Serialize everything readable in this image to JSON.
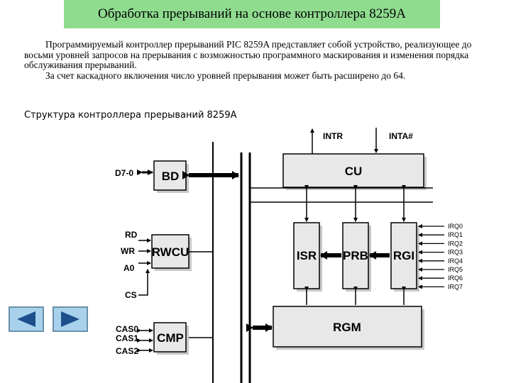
{
  "slide": {
    "title": "Обработка прерываний на основе контроллера 8259А",
    "paragraph1": "Программируемый контроллер прерываний PIC 8259A представляет собой устройство, реализующее до восьми уровней запросов на прерывания с возможностью программного маскирования и изменения порядка обслуживания прерываний.",
    "paragraph2": "За счет каскадного включения число уровней прерывания может быть расширено до 64.",
    "subtitle": "Структура контроллера прерываний 8259А"
  },
  "diagram": {
    "blocks": {
      "bd": "BD",
      "rwcu": "RWCU",
      "cmp": "CMP",
      "cu": "CU",
      "isr": "ISR",
      "prb": "PRB",
      "rgi": "RGI",
      "rgm": "RGM"
    },
    "signals": {
      "d70": "D7-0",
      "rd": "RD",
      "wr": "WR",
      "a0": "A0",
      "cs": "CS",
      "cas0": "CAS0",
      "cas1": "CAS1",
      "cas2": "CAS2",
      "intr": "INTR",
      "inta": "INTA#"
    },
    "irq_lines": [
      "IRQ0",
      "IRQ1",
      "IRQ2",
      "IRQ3",
      "IRQ4",
      "IRQ5",
      "IRQ6",
      "IRQ7"
    ]
  },
  "navigation": {
    "prev_icon": "triangle-left-icon",
    "next_icon": "triangle-right-icon",
    "button_color": "#a8d2ec",
    "arrow_color": "#1c4f8c"
  }
}
